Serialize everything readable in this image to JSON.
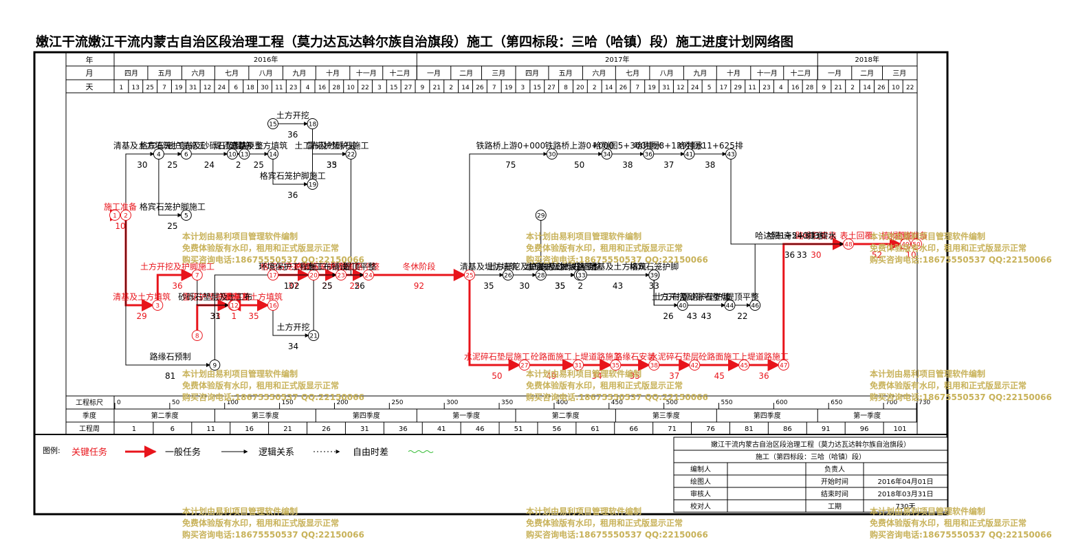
{
  "title": "嫩江干流嫩江干流内蒙古自治区段治理工程（莫力达瓦达斡尔族自治旗段）施工（第四标段：三哈（哈镇）段）施工进度计划网络图",
  "header": {
    "year_label": "年",
    "month_label": "月",
    "day_label": "天",
    "years": [
      "2016年",
      "2017年",
      "2018年"
    ],
    "months": [
      "四月",
      "五月",
      "六月",
      "七月",
      "八月",
      "九月",
      "十月",
      "十一月",
      "十二月",
      "一月",
      "二月",
      "三月",
      "四月",
      "五月",
      "六月",
      "七月",
      "八月",
      "九月",
      "十月",
      "十一月",
      "十二月",
      "一月",
      "二月",
      "三月"
    ],
    "days": [
      "1",
      "13",
      "25",
      "7",
      "19",
      "31",
      "12",
      "24",
      "6",
      "18",
      "30",
      "11",
      "23",
      "4",
      "16",
      "28",
      "10",
      "22",
      "3",
      "15",
      "27",
      "9",
      "21",
      "2",
      "14",
      "26",
      "7",
      "19",
      "3",
      "15",
      "27",
      "8",
      "20",
      "2",
      "14",
      "26",
      "7",
      "19",
      "31",
      "12",
      "24",
      "5",
      "17",
      "29",
      "11",
      "23",
      "4",
      "16",
      "28",
      "9",
      "21",
      "2",
      "14",
      "26",
      "10",
      "22"
    ]
  },
  "footer": {
    "scale_label": "工程标尺",
    "scale_values": [
      "0",
      "50",
      "100",
      "150",
      "200",
      "250",
      "300",
      "350",
      "400",
      "450",
      "500",
      "550",
      "600",
      "650",
      "700",
      "730"
    ],
    "quarter_label": "季度",
    "quarters": [
      "第二季度",
      "第三季度",
      "第四季度",
      "第一季度",
      "第二季度",
      "第三季度",
      "第四季度",
      "第一季度"
    ],
    "week_label": "工程周",
    "weeks": [
      "1",
      "6",
      "11",
      "16",
      "21",
      "26",
      "31",
      "36",
      "41",
      "46",
      "51",
      "56",
      "61",
      "66",
      "71",
      "76",
      "81",
      "86",
      "91",
      "96",
      "101"
    ]
  },
  "legend": {
    "label": "图例:",
    "critical": "关键任务",
    "general": "一般任务",
    "logic": "逻辑关系",
    "float": "自由时差"
  },
  "info_table": {
    "project": "嫩江干流内蒙古自治区段治理工程（莫力达瓦达斡尔族自治旗段）",
    "section": "施工（第四标段：三哈（哈镇）段）",
    "rows": [
      [
        "编制人",
        "",
        "负责人",
        ""
      ],
      [
        "绘图人",
        "",
        "开始时间",
        "2016年04月01日"
      ],
      [
        "审核人",
        "",
        "结束时间",
        "2018年03月31日"
      ],
      [
        "校对人",
        "",
        "工期",
        "730天"
      ]
    ]
  },
  "watermark": [
    "本计划由易利项目管理软件编制",
    "免费体验版有水印，租用和正式版显示正常",
    "购买咨询电话:18675550537 QQ:22150066"
  ],
  "colors": {
    "critical": "#e8141b",
    "general": "#000000",
    "float": "#33bb33",
    "watermark": "#c8b25a"
  },
  "chart_data": {
    "type": "network",
    "total_days": 730,
    "nodes": [
      {
        "id": "1",
        "day": 0
      },
      {
        "id": "2",
        "day": 10
      },
      {
        "id": "3",
        "day": 39
      },
      {
        "id": "4",
        "day": 40
      },
      {
        "id": "5",
        "day": 65
      },
      {
        "id": "6",
        "day": 65
      },
      {
        "id": "7",
        "day": 75
      },
      {
        "id": "8",
        "day": 75
      },
      {
        "id": "9",
        "day": 91
      },
      {
        "id": "10",
        "day": 107
      },
      {
        "id": "11",
        "day": 108
      },
      {
        "id": "12",
        "day": 109
      },
      {
        "id": "13",
        "day": 118
      },
      {
        "id": "14",
        "day": 144
      },
      {
        "id": "15",
        "day": 144
      },
      {
        "id": "16",
        "day": 144
      },
      {
        "id": "17",
        "day": 144
      },
      {
        "id": "18",
        "day": 180
      },
      {
        "id": "19",
        "day": 180
      },
      {
        "id": "20",
        "day": 181
      },
      {
        "id": "21",
        "day": 181
      },
      {
        "id": "22",
        "day": 215
      },
      {
        "id": "23",
        "day": 206
      },
      {
        "id": "24",
        "day": 231
      },
      {
        "id": "25",
        "day": 323
      },
      {
        "id": "26",
        "day": 358
      },
      {
        "id": "27",
        "day": 373
      },
      {
        "id": "28",
        "day": 388
      },
      {
        "id": "29",
        "day": 388
      },
      {
        "id": "30",
        "day": 398
      },
      {
        "id": "31",
        "day": 422
      },
      {
        "id": "32",
        "day": 423
      },
      {
        "id": "33",
        "day": 425
      },
      {
        "id": "34",
        "day": 448
      },
      {
        "id": "35",
        "day": 456
      },
      {
        "id": "36",
        "day": 486
      },
      {
        "id": "37",
        "day": 491
      },
      {
        "id": "38",
        "day": 491
      },
      {
        "id": "39",
        "day": 491
      },
      {
        "id": "40",
        "day": 517
      },
      {
        "id": "41",
        "day": 523
      },
      {
        "id": "42",
        "day": 528
      },
      {
        "id": "43",
        "day": 561
      },
      {
        "id": "44",
        "day": 560
      },
      {
        "id": "45",
        "day": 573
      },
      {
        "id": "46",
        "day": 583
      },
      {
        "id": "47",
        "day": 609
      },
      {
        "id": "48",
        "day": 668
      },
      {
        "id": "49",
        "day": 720
      },
      {
        "id": "50",
        "day": 730
      }
    ],
    "tasks": [
      {
        "from": "1",
        "to": "2",
        "name": "施工准备",
        "duration": 10,
        "critical": true
      },
      {
        "from": "2",
        "to": "3",
        "name": "清基及土方填筑",
        "duration": 29,
        "critical": true
      },
      {
        "from": "3",
        "to": "7",
        "name": "土方开挖及护脚施工",
        "duration": 36,
        "critical": true
      },
      {
        "from": "8",
        "to": "11",
        "name": "雷诺护垫护坡施工",
        "duration": 33,
        "critical": true
      },
      {
        "from": "11",
        "to": "12",
        "name": "道路平整",
        "duration": 1,
        "critical": true
      },
      {
        "from": "12",
        "to": "16",
        "name": "清基及土方填筑",
        "duration": 35,
        "critical": true
      },
      {
        "from": "17",
        "to": "20",
        "name": "格宾石笼护脚施工",
        "duration": 37,
        "critical": true
      },
      {
        "from": "20",
        "to": "23",
        "name": "格宾石笼护坡施工",
        "duration": 25,
        "critical": true
      },
      {
        "from": "23",
        "to": "24",
        "name": "堤顶道路平整",
        "duration": 25,
        "critical": true
      },
      {
        "from": "24",
        "to": "25",
        "name": "冬休阶段",
        "duration": 92,
        "critical": true
      },
      {
        "from": "25",
        "to": "27",
        "name": "水泥碎石垫层施工",
        "duration": 50,
        "critical": true
      },
      {
        "from": "27",
        "to": "31",
        "name": "砼路面施工",
        "duration": 49,
        "critical": true
      },
      {
        "from": "31",
        "to": "35",
        "name": "上堤道路施工",
        "duration": 34,
        "critical": true
      },
      {
        "from": "35",
        "to": "38",
        "name": "路缘石安装",
        "duration": 35,
        "critical": true
      },
      {
        "from": "38",
        "to": "42",
        "name": "水泥碎石垫层",
        "duration": 37,
        "critical": true
      },
      {
        "from": "42",
        "to": "45",
        "name": "砼路面施工",
        "duration": 45,
        "critical": true
      },
      {
        "from": "45",
        "to": "47",
        "name": "上堤道路施工",
        "duration": 36,
        "critical": true
      },
      {
        "from": "47",
        "to": "48",
        "name": "路缘石安装",
        "duration": 30,
        "critical": true
      },
      {
        "from": "48",
        "to": "49",
        "name": "表土回覆、植物措施",
        "duration": 52,
        "critical": true
      },
      {
        "from": "49",
        "to": "50",
        "name": "验收准备",
        "duration": 10,
        "critical": true
      },
      {
        "from": "2",
        "to": "4",
        "name": "清基及土方填筑",
        "duration": 30,
        "critical": false
      },
      {
        "from": "4",
        "to": "6",
        "name": "格宾石笼护脚施工",
        "duration": 25,
        "critical": false
      },
      {
        "from": "4",
        "to": "5",
        "name": "格宾石笼护脚施工",
        "duration": 25,
        "critical": false
      },
      {
        "from": "6",
        "to": "10",
        "name": "土工布及砂砾石垫层施工",
        "duration": 24,
        "critical": false
      },
      {
        "from": "7",
        "to": "11",
        "name": "砂砾石垫层及土工布",
        "duration": 31,
        "critical": false
      },
      {
        "from": "10",
        "to": "13",
        "name": "堤顶道路平整",
        "duration": 2,
        "critical": false
      },
      {
        "from": "13",
        "to": "14",
        "name": "清基及土方填筑",
        "duration": 25,
        "critical": false
      },
      {
        "from": "15",
        "to": "18",
        "name": "土方开挖",
        "duration": 36,
        "critical": false
      },
      {
        "from": "14",
        "to": "19",
        "name": "格宾石笼护脚施工",
        "duration": 36,
        "critical": false
      },
      {
        "from": "18",
        "to": "22",
        "name": "雷诺护垫护坡",
        "duration": 33,
        "critical": false
      },
      {
        "from": "19",
        "to": "22",
        "name": "土工布及砂砾石施工",
        "duration": 35,
        "critical": false
      },
      {
        "from": "22",
        "to": "24",
        "name": "堤顶平整",
        "duration": 26,
        "critical": false
      },
      {
        "from": "16",
        "to": "21",
        "name": "土方开挖",
        "duration": 34,
        "critical": false
      },
      {
        "from": "21",
        "to": "23",
        "name": "土工布铺设",
        "duration": 25,
        "critical": false
      },
      {
        "from": "2",
        "to": "9",
        "name": "路缘石预制",
        "duration": 81,
        "critical": false
      },
      {
        "from": "9",
        "to": "24",
        "name": "环境保护工程施工",
        "duration": 102,
        "critical": false
      },
      {
        "from": "25",
        "to": "30",
        "name": "铁路桥上游0+000-0+630堤防施工",
        "duration": 75,
        "critical": false
      },
      {
        "from": "30",
        "to": "34",
        "name": "铁路桥上游0+000-0+630路面施工",
        "duration": 50,
        "critical": false
      },
      {
        "from": "34",
        "to": "36",
        "name": "哈列图5+300排水闸施工",
        "duration": 38,
        "critical": false
      },
      {
        "from": "36",
        "to": "41",
        "name": "哈列图8+139排水闸施工",
        "duration": 37,
        "critical": false
      },
      {
        "from": "41",
        "to": "43",
        "name": "哈列图11+625排水闸施工",
        "duration": 38,
        "critical": false
      },
      {
        "from": "43",
        "to": "48",
        "name": "哈达阳1+240排水闸施工",
        "duration": 36,
        "critical": false
      },
      {
        "from": "25",
        "to": "26",
        "name": "清基及堤防填筑",
        "duration": 35,
        "critical": false
      },
      {
        "from": "26",
        "to": "28",
        "name": "土方开挖及护脚施工",
        "duration": 30,
        "critical": false
      },
      {
        "from": "28",
        "to": "32",
        "name": "雷诺护垫护坡施工",
        "duration": 35,
        "critical": false
      },
      {
        "from": "29",
        "to": "32",
        "name": "土工布及砂砾石垫层",
        "duration": 35,
        "critical": false
      },
      {
        "from": "32",
        "to": "33",
        "name": "堤顶路平整",
        "duration": 2,
        "critical": false
      },
      {
        "from": "33",
        "to": "37",
        "name": "清基及土方填筑",
        "duration": 43,
        "critical": false
      },
      {
        "from": "37",
        "to": "39",
        "name": "格宾石笼护脚",
        "duration": 33,
        "critical": false
      },
      {
        "from": "37",
        "to": "40",
        "name": "土方开挖",
        "duration": 26,
        "critical": false
      },
      {
        "from": "40",
        "to": "44",
        "name": "雷诺护垫护坡",
        "duration": 43,
        "critical": false
      },
      {
        "from": "39",
        "to": "44",
        "name": "土工布及砂砾石垫层",
        "duration": 43,
        "critical": false
      },
      {
        "from": "44",
        "to": "46",
        "name": "堤顶平整",
        "duration": 22,
        "critical": false
      },
      {
        "from": "46",
        "to": "48",
        "name": "哈布奇5+333排水闸施工",
        "duration": 33,
        "critical": false
      }
    ]
  }
}
